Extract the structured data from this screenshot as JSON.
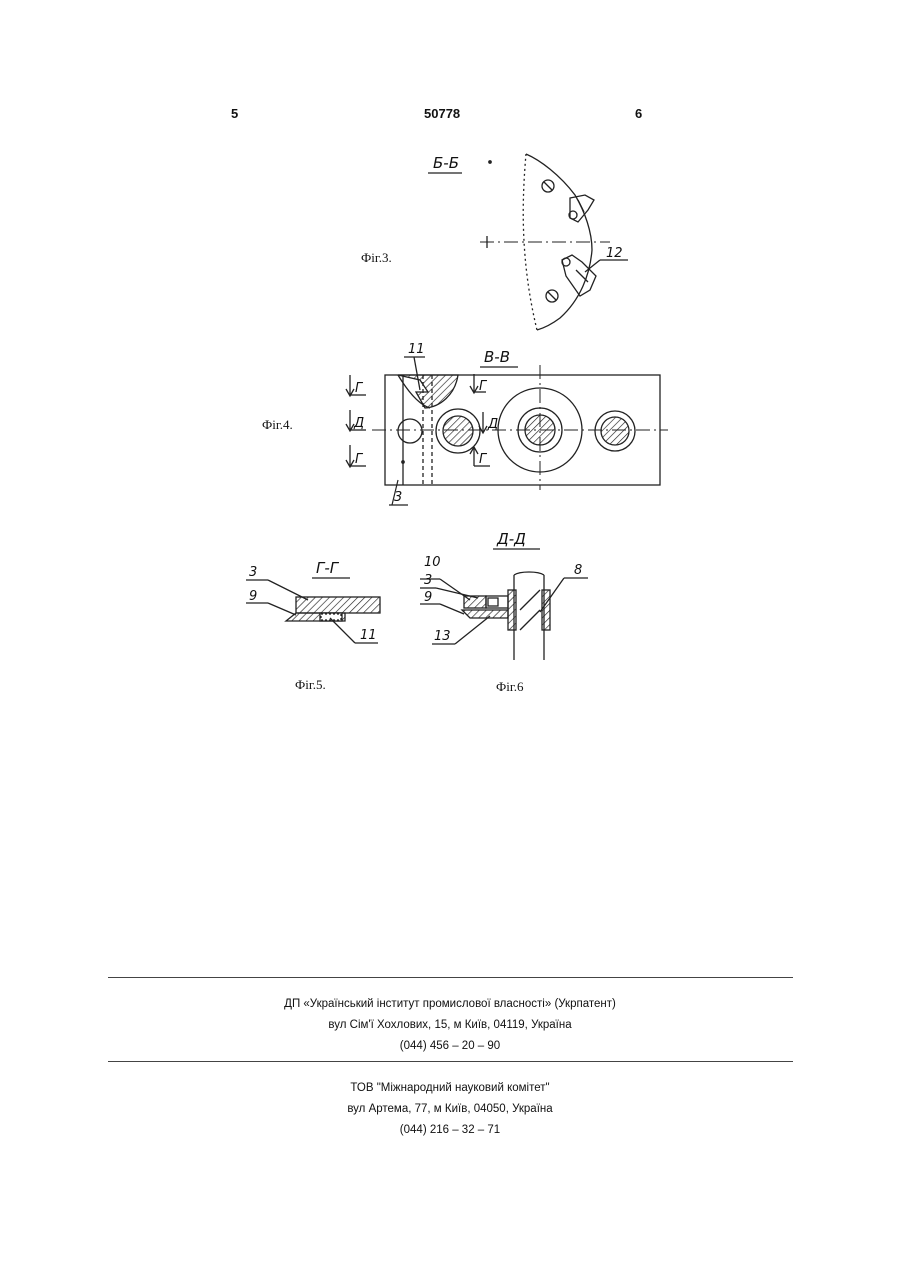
{
  "header": {
    "page_left": "5",
    "patent_number": "50778",
    "page_right": "6"
  },
  "figures": {
    "fig3": {
      "caption": "Фіг.3.",
      "section": "Б-Б",
      "labels": [
        "12"
      ]
    },
    "fig4": {
      "caption": "Фіг.4.",
      "section": "В-В",
      "labels": [
        "11",
        "Г",
        "Д",
        "Г",
        "Г",
        "Д",
        "Г",
        "3"
      ]
    },
    "fig5": {
      "caption": "Фіг.5.",
      "section": "Г-Г",
      "labels": [
        "3",
        "9",
        "11"
      ]
    },
    "fig6": {
      "caption": "Фіг.6",
      "section": "Д-Д",
      "labels": [
        "10",
        "3",
        "9",
        "13",
        "8"
      ]
    }
  },
  "footer": {
    "org1": {
      "line1": "ДП «Український інститут промислової власності» (Укрпатент)",
      "line2": "вул  Сім'ї Хохлових, 15, м  Київ, 04119, Україна",
      "line3": "(044) 456 – 20 –  90"
    },
    "org2": {
      "line1": "ТОВ \"Міжнародний науковий комітет\"",
      "line2": "вул  Артема, 77, м  Київ, 04050, Україна",
      "line3": "(044) 216 – 32 – 71"
    }
  }
}
